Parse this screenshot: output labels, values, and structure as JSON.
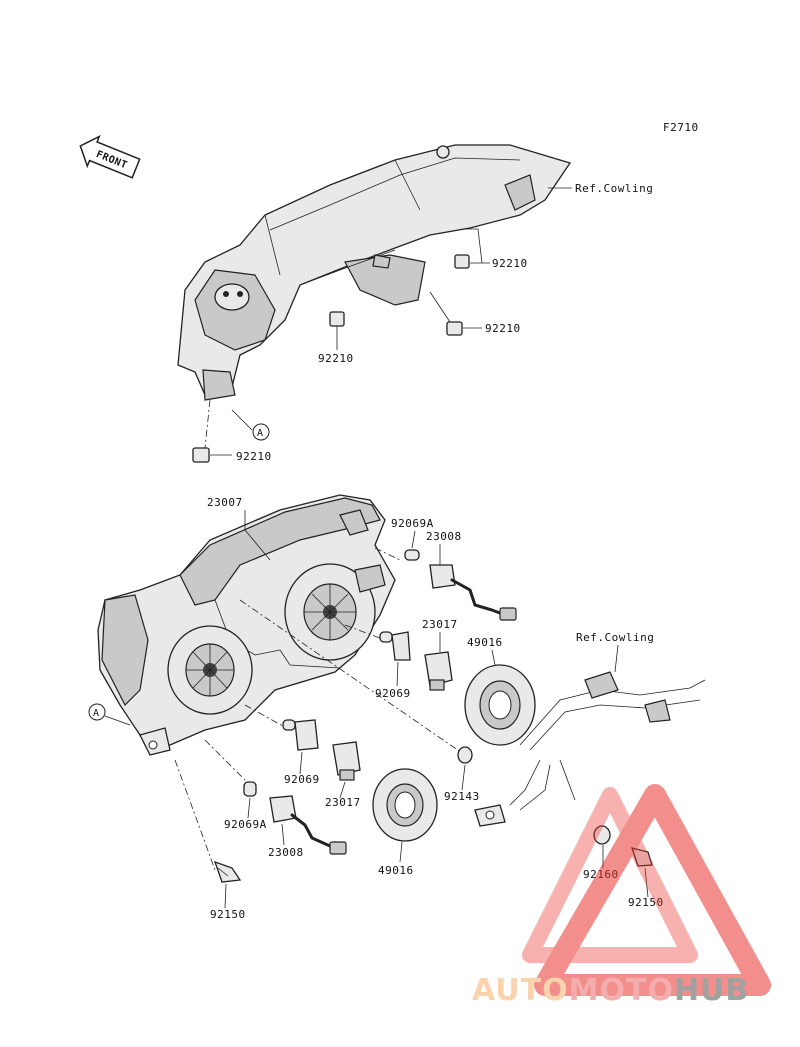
{
  "figure_code": "F2710",
  "front_indicator": "FRONT",
  "ref_cowling_top": "Ref.Cowling",
  "ref_cowling_bottom": "Ref.Cowling",
  "callout_a": "A",
  "parts": {
    "p92210_a": "92210",
    "p92210_b": "92210",
    "p92210_c": "92210",
    "p92210_d": "92210",
    "p23007": "23007",
    "p92069A_a": "92069A",
    "p23008_a": "23008",
    "p23017_a": "23017",
    "p49016_a": "49016",
    "p92069_a": "92069",
    "p92069_b": "92069",
    "p23017_b": "23017",
    "p92143": "92143",
    "p92069A_b": "92069A",
    "p23008_b": "23008",
    "p49016_b": "49016",
    "p92150_a": "92150",
    "p92160": "92160",
    "p92150_b": "92150"
  },
  "watermark": {
    "part1": "AUTO",
    "part2": "MOTO",
    "part3": "HUB",
    "color1": "#f5c08a",
    "color2": "#f08a8a",
    "color3": "#8a8a8a",
    "triangle_color": "#e8332e"
  }
}
